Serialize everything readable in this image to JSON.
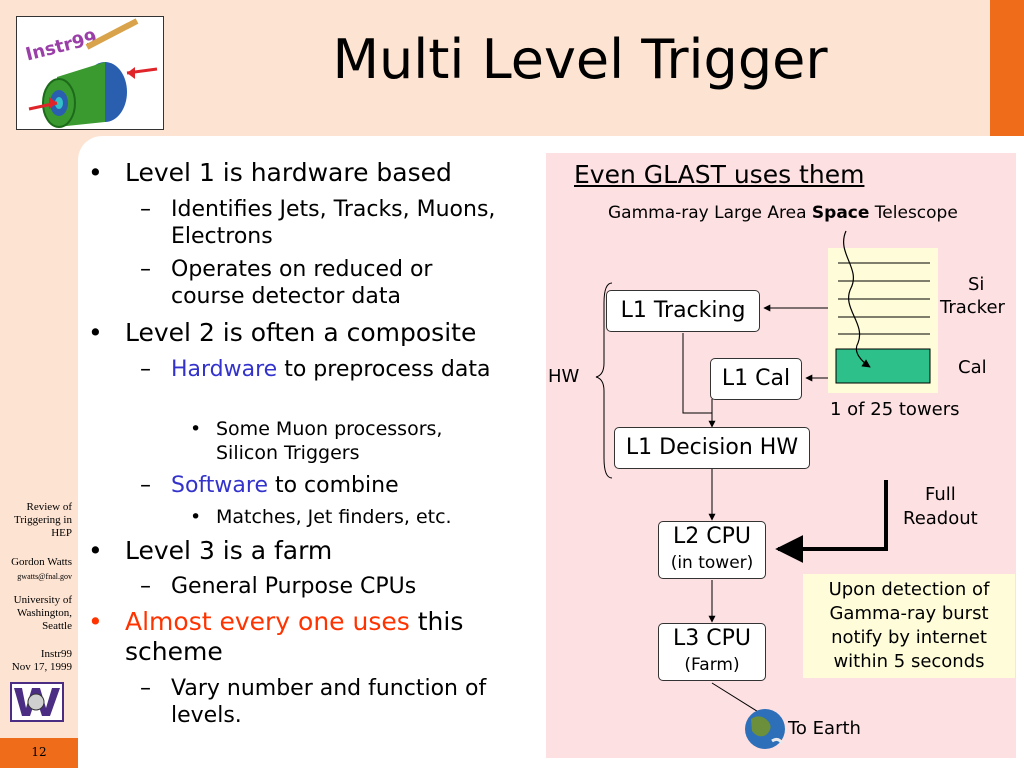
{
  "header": {
    "title": "Multi Level Trigger",
    "logo_text": "Instr99"
  },
  "sidebar": {
    "review": "Review of Triggering in HEP",
    "author": "Gordon Watts",
    "email": "gwatts@fnal.gov",
    "university": "University of Washington, Seattle",
    "conference": "Instr99",
    "date": "Nov 17, 1999",
    "page_number": "12"
  },
  "bullets": {
    "b1": "Level 1 is hardware based",
    "b1s1": "Identifies Jets, Tracks, Muons, Electrons",
    "b1s2": "Operates on reduced or course detector data",
    "b2": "Level 2 is often a composite",
    "b2s1_highlight": "Hardware",
    "b2s1_rest": " to preprocess data",
    "b2s1a": "Some Muon processors, Silicon Triggers",
    "b2s2_highlight": "Software",
    "b2s2_rest": " to combine",
    "b2s2a": "Matches, Jet finders, etc.",
    "b3": "Level 3 is a farm",
    "b3s1": "General Purpose CPUs",
    "b4_highlight": "Almost every one uses",
    "b4_rest": " this scheme",
    "b4s1": "Vary number and function of levels."
  },
  "glast": {
    "title": "Even GLAST uses them",
    "subtitle_pre": "Gamma-ray Large Area ",
    "subtitle_bold": "Space",
    "subtitle_post": " Telescope",
    "l1_tracking": "L1 Tracking",
    "l1_cal": "L1 Cal",
    "l1_decision": "L1 Decision HW",
    "l2_cpu": "L2 CPU",
    "l2_sub": "(in tower)",
    "l3_cpu": "L3 CPU",
    "l3_sub": "(Farm)",
    "hw": "HW",
    "si": "Si",
    "tracker": "Tracker",
    "cal": "Cal",
    "towers": "1 of 25 towers",
    "full": "Full",
    "readout": "Readout",
    "notify": "Upon detection of Gamma-ray burst notify by internet within 5 seconds",
    "to_earth": "To Earth"
  },
  "colors": {
    "background": "#fde3d2",
    "accent": "#ef6c1a",
    "panel": "#fde0e2",
    "cal_block": "#2ec08b",
    "notify_bg": "#fefcd9"
  }
}
